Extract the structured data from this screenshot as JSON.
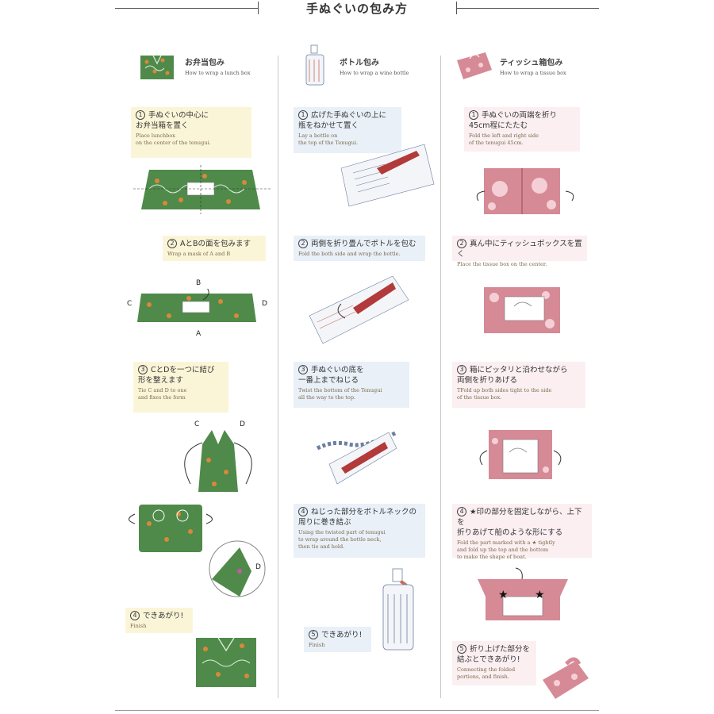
{
  "page_title": "手ぬぐいの包み方",
  "columns": [
    {
      "id": "lunch",
      "title": "お弁当包み",
      "subtitle": "How to wrap a lunch box",
      "steps": [
        {
          "num": "1",
          "jp": "手ぬぐいの中心に\nお弁当箱を置く",
          "en": "Place lunchbox\non the center of the tenugui."
        },
        {
          "num": "2",
          "jp": "AとBの面を包みます",
          "en": "Wrap a mask of A and B"
        },
        {
          "num": "3",
          "jp": "CとDを一つに結び\n形を整えます",
          "en": "Tie C and D to one\nand fixes the form"
        },
        {
          "num": "4",
          "jp": "できあがり!",
          "en": "Finish"
        }
      ],
      "labels": {
        "a": "A",
        "b": "B",
        "c": "C",
        "d": "D"
      }
    },
    {
      "id": "bottle",
      "title": "ボトル包み",
      "subtitle": "How to wrap a wine bottle",
      "steps": [
        {
          "num": "1",
          "jp": "広げた手ぬぐいの上に\n瓶をねかせて置く",
          "en": "Lay a bottle on\nthe top of the Tenugui."
        },
        {
          "num": "2",
          "jp": "両側を折り畳んでボトルを包む",
          "en": "Fold the both side and wrap the bottle."
        },
        {
          "num": "3",
          "jp": "手ぬぐいの底を\n一番上までねじる",
          "en": "Twist the bottom of the Tenugui\nall the way to the top."
        },
        {
          "num": "4",
          "jp": "ねじった部分をボトルネックの\n周りに巻き結ぶ",
          "en": "Using the twisted part of tenugui\nto wrap around the bottle neck,\nthen tie and hold."
        },
        {
          "num": "5",
          "jp": "できあがり!",
          "en": "Finish"
        }
      ]
    },
    {
      "id": "tissue",
      "title": "ティッシュ箱包み",
      "subtitle": "How to wrap a tissue box",
      "steps": [
        {
          "num": "1",
          "jp": "手ぬぐいの両端を折り\n45cm程にたたむ",
          "en": "Fold the left and right side\nof the tenugui 45cm."
        },
        {
          "num": "2",
          "jp": "真ん中にティッシュボックスを置く",
          "en": "Place the tissue box on the center."
        },
        {
          "num": "3",
          "jp": "箱にピッタリと沿わせながら\n両側を折りあげる",
          "en": "TFold up both sides tight to the side\nof the tissue box."
        },
        {
          "num": "4",
          "jp": "★印の部分を固定しながら、上下を\n折りあげて船のような形にする",
          "en": "Fold the part marked with a ★ tightly\nand fold up the top and the bottom\nto make the shape of boat."
        },
        {
          "num": "5",
          "jp": "折り上げた部分を\n結ぶとできあがり!",
          "en": "Connecting the folded\nportions, and finish."
        }
      ]
    }
  ],
  "colors": {
    "green_cloth": "#4f8a4a",
    "orange_dot": "#d9883a",
    "blue_cloth": "#f3f5f8",
    "pink_cloth": "#d68a96",
    "wine_red": "#b23a3a",
    "yellow_bg": "#fbf5d8",
    "blue_bg": "#e9f0f8",
    "pink_bg": "#fbeff2"
  }
}
